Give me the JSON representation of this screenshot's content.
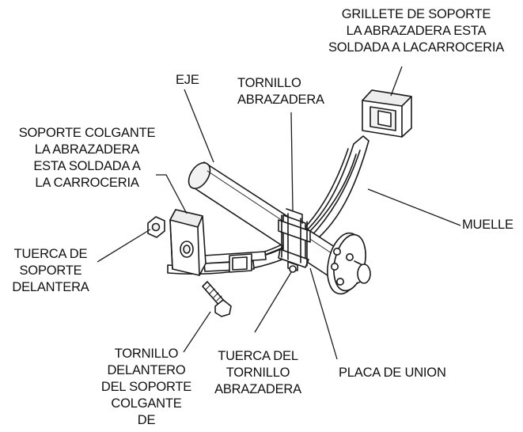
{
  "labels": {
    "grillete": "GRILLETE DE SOPORTE\nLA ABRAZADERA ESTA\nSOLDADA A LACARROCERIA",
    "eje": "EJE",
    "tornillo_abrazadera": "TORNILLO\nABRAZADERA",
    "soporte_colgante": "SOPORTE COLGANTE\nLA ABRAZADERA\nESTA SOLDADA A\nLA CARROCERIA",
    "muelle": "MUELLE",
    "tuerca_soporte": "TUERCA DE\nSOPORTE\nDELANTERA",
    "tornillo_delantero": "TORNILLO\nDELANTERO\nDEL SOPORTE\nCOLGANTE\nDE",
    "tuerca_tornillo": "TUERCA DEL\nTORNILLO\nABRAZADERA",
    "placa_union": "PLACA DE UNION"
  },
  "colors": {
    "line": "#1a1a1a",
    "part_fill": "#ffffff",
    "shade": "#e6e6e6"
  }
}
